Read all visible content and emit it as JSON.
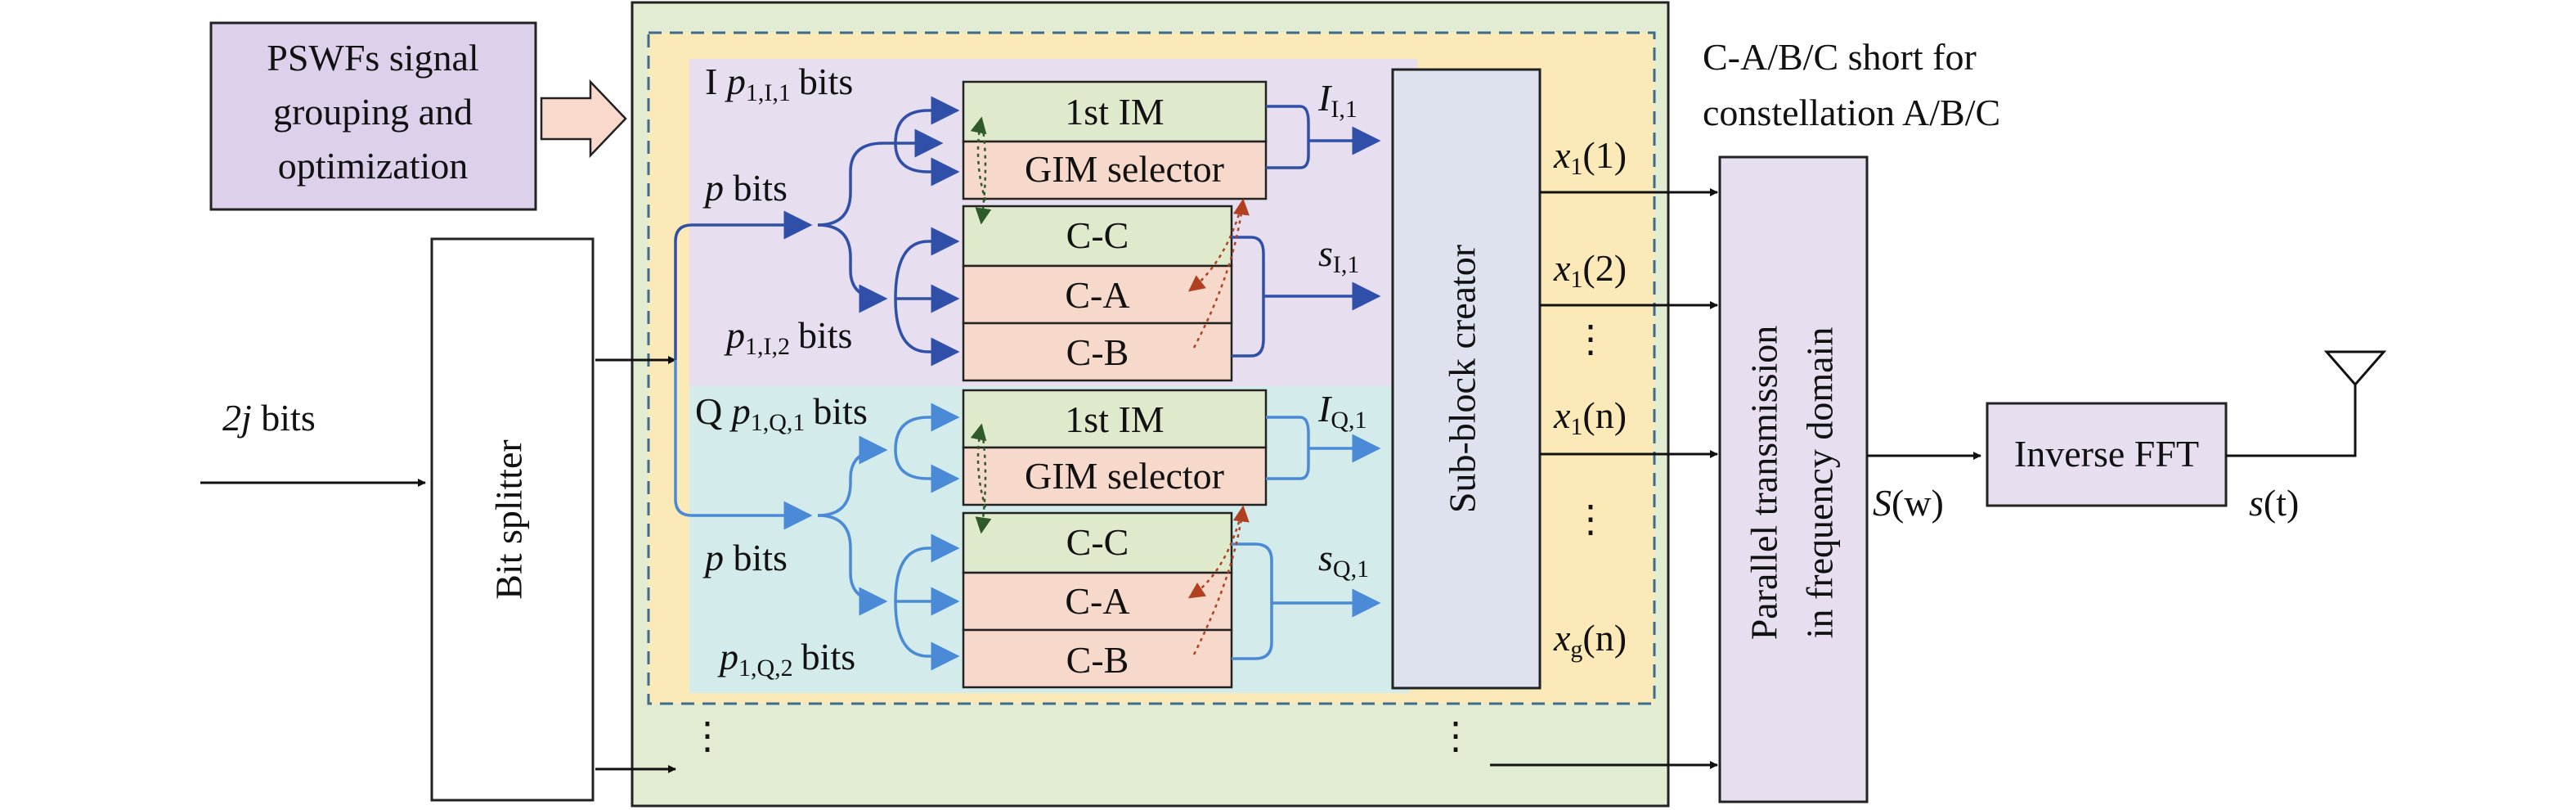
{
  "diagram": {
    "pswf_box": {
      "lines": [
        "PSWFs signal",
        "grouping and",
        "optimization"
      ]
    },
    "bit_splitter": "Bit splitter",
    "input": {
      "count": "2j",
      "unit": "bits"
    },
    "note": {
      "line1": "C-A/B/C short for",
      "line2": "constellation A/B/C"
    },
    "i_branch": {
      "prefix": "I",
      "p11": {
        "sym": "p",
        "sub": "1,I,1",
        "unit": "bits"
      },
      "p": {
        "sym": "p",
        "unit": "bits"
      },
      "p12": {
        "sym": "p",
        "sub": "1,I,2",
        "unit": "bits"
      },
      "im": "1st IM",
      "gim": "GIM selector",
      "cc": "C-C",
      "ca": "C-A",
      "cb": "C-B",
      "out_I": {
        "sym": "I",
        "sub": "I,1"
      },
      "out_s": {
        "sym": "s",
        "sub": "I,1"
      }
    },
    "q_branch": {
      "prefix": "Q",
      "p11": {
        "sym": "p",
        "sub": "1,Q,1",
        "unit": "bits"
      },
      "p": {
        "sym": "p",
        "unit": "bits"
      },
      "p12": {
        "sym": "p",
        "sub": "1,Q,2",
        "unit": "bits"
      },
      "im": "1st IM",
      "gim": "GIM selector",
      "cc": "C-C",
      "ca": "C-A",
      "cb": "C-B",
      "out_I": {
        "sym": "I",
        "sub": "Q,1"
      },
      "out_s": {
        "sym": "s",
        "sub": "Q,1"
      }
    },
    "sub_block_creator": "Sub-block creator",
    "outputs": [
      {
        "sym": "x",
        "sub": "1",
        "arg": "(1)"
      },
      {
        "sym": "x",
        "sub": "1",
        "arg": "(2)"
      },
      {
        "sym": "x",
        "sub": "1",
        "arg": "(n)"
      },
      {
        "sym": "x",
        "sub": "g",
        "arg": "(n)"
      }
    ],
    "ellipsis": "⋮",
    "parallel_box": {
      "line1": "Parallel transmission",
      "line2": "in frequency domain"
    },
    "S_label": {
      "sym": "S",
      "arg": "(w)"
    },
    "inverse_fft": "Inverse FFT",
    "s_label": {
      "sym": "s",
      "arg": "(t)"
    },
    "colors": {
      "outer_green": "#e2ecd3",
      "yellow": "#fbe9b7",
      "purple_panel": "#e7def0",
      "cyan_panel": "#d3ebea",
      "pswf_box": "#ddd0ea",
      "green_block": "#dfeacd",
      "salmon_block": "#f6d9cb",
      "sub_block": "#dde2ee",
      "dark_blue": "#2f4fa8",
      "light_blue": "#4a8ad6",
      "dashed": "#3e6b8a",
      "dotted_dark": "#2f5a2a",
      "dotted_red": "#b04020"
    }
  }
}
